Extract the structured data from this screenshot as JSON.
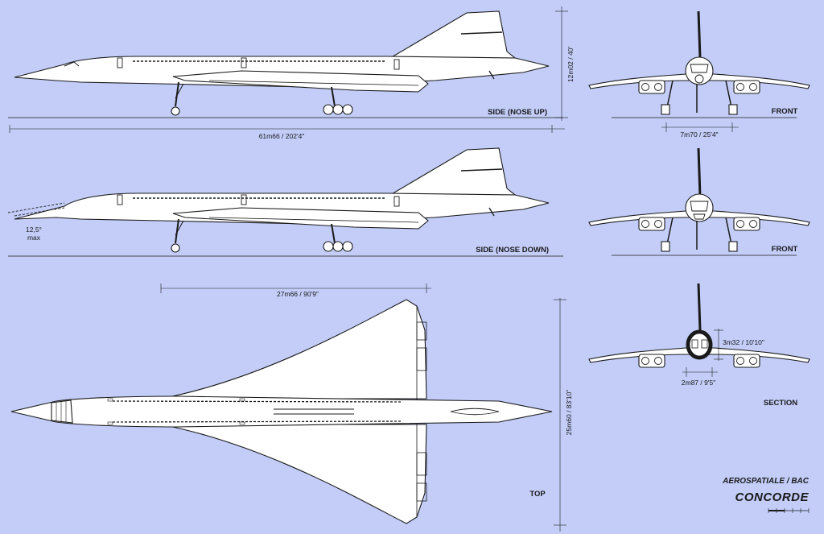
{
  "views": {
    "side_nose_up": "SIDE (NOSE UP)",
    "side_nose_down": "SIDE (NOSE DOWN)",
    "top": "TOP",
    "front_1": "FRONT",
    "front_2": "FRONT",
    "section": "SECTION"
  },
  "dimensions": {
    "length": "61m66 / 202'4\"",
    "height": "12m02 / 40'",
    "track": "7m70 / 25'4\"",
    "wing_root": "27m66 / 90'9\"",
    "span": "25m60 / 83'10\"",
    "cabin_height": "3m32 / 10'10\"",
    "cabin_width": "2m87 / 9'5\""
  },
  "nose_angle": {
    "value": "12,5°",
    "note": "max"
  },
  "maker": "AEROSPATIALE / BAC",
  "aircraft": "CONCORDE",
  "colors": {
    "background": "#c3cdf8",
    "line": "#1a1a1a",
    "aircraft_fill": "#ffffff"
  }
}
